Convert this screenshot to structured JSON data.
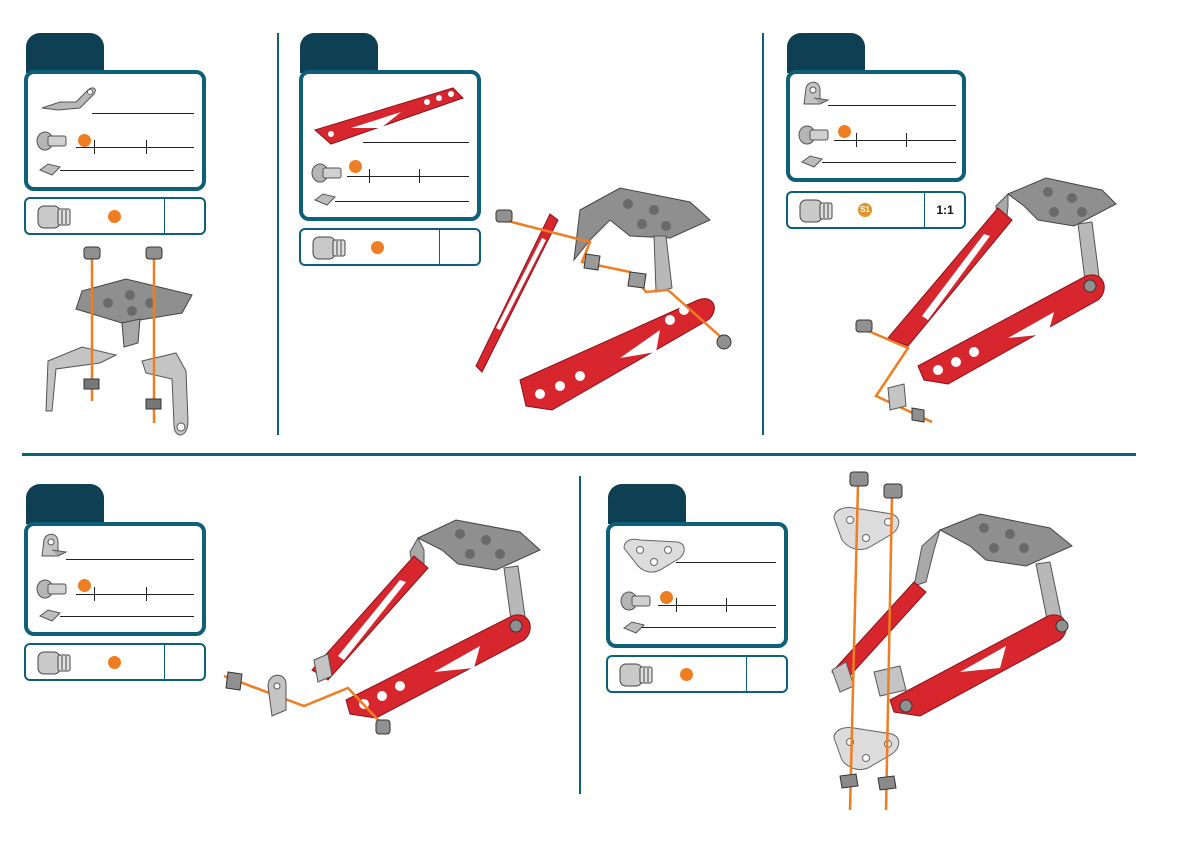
{
  "steps": [
    {
      "id": "step-1",
      "tool_scale": "",
      "indicator": ""
    },
    {
      "id": "step-2",
      "tool_scale": "",
      "indicator": ""
    },
    {
      "id": "step-3",
      "tool_scale": "1:1",
      "indicator": "S1"
    },
    {
      "id": "step-4",
      "tool_scale": "",
      "indicator": ""
    },
    {
      "id": "step-5",
      "tool_scale": "",
      "indicator": ""
    }
  ],
  "colors": {
    "header_tab": "#0e3f52",
    "frame_border": "#0e5f78",
    "red_part": "#d8262f",
    "metal_part": "#9a9a9a",
    "guide_line": "#ef7d22"
  },
  "icons": [
    "screw-icon",
    "nut-icon",
    "bracket-icon",
    "strip-icon",
    "screwdriver-icon"
  ]
}
